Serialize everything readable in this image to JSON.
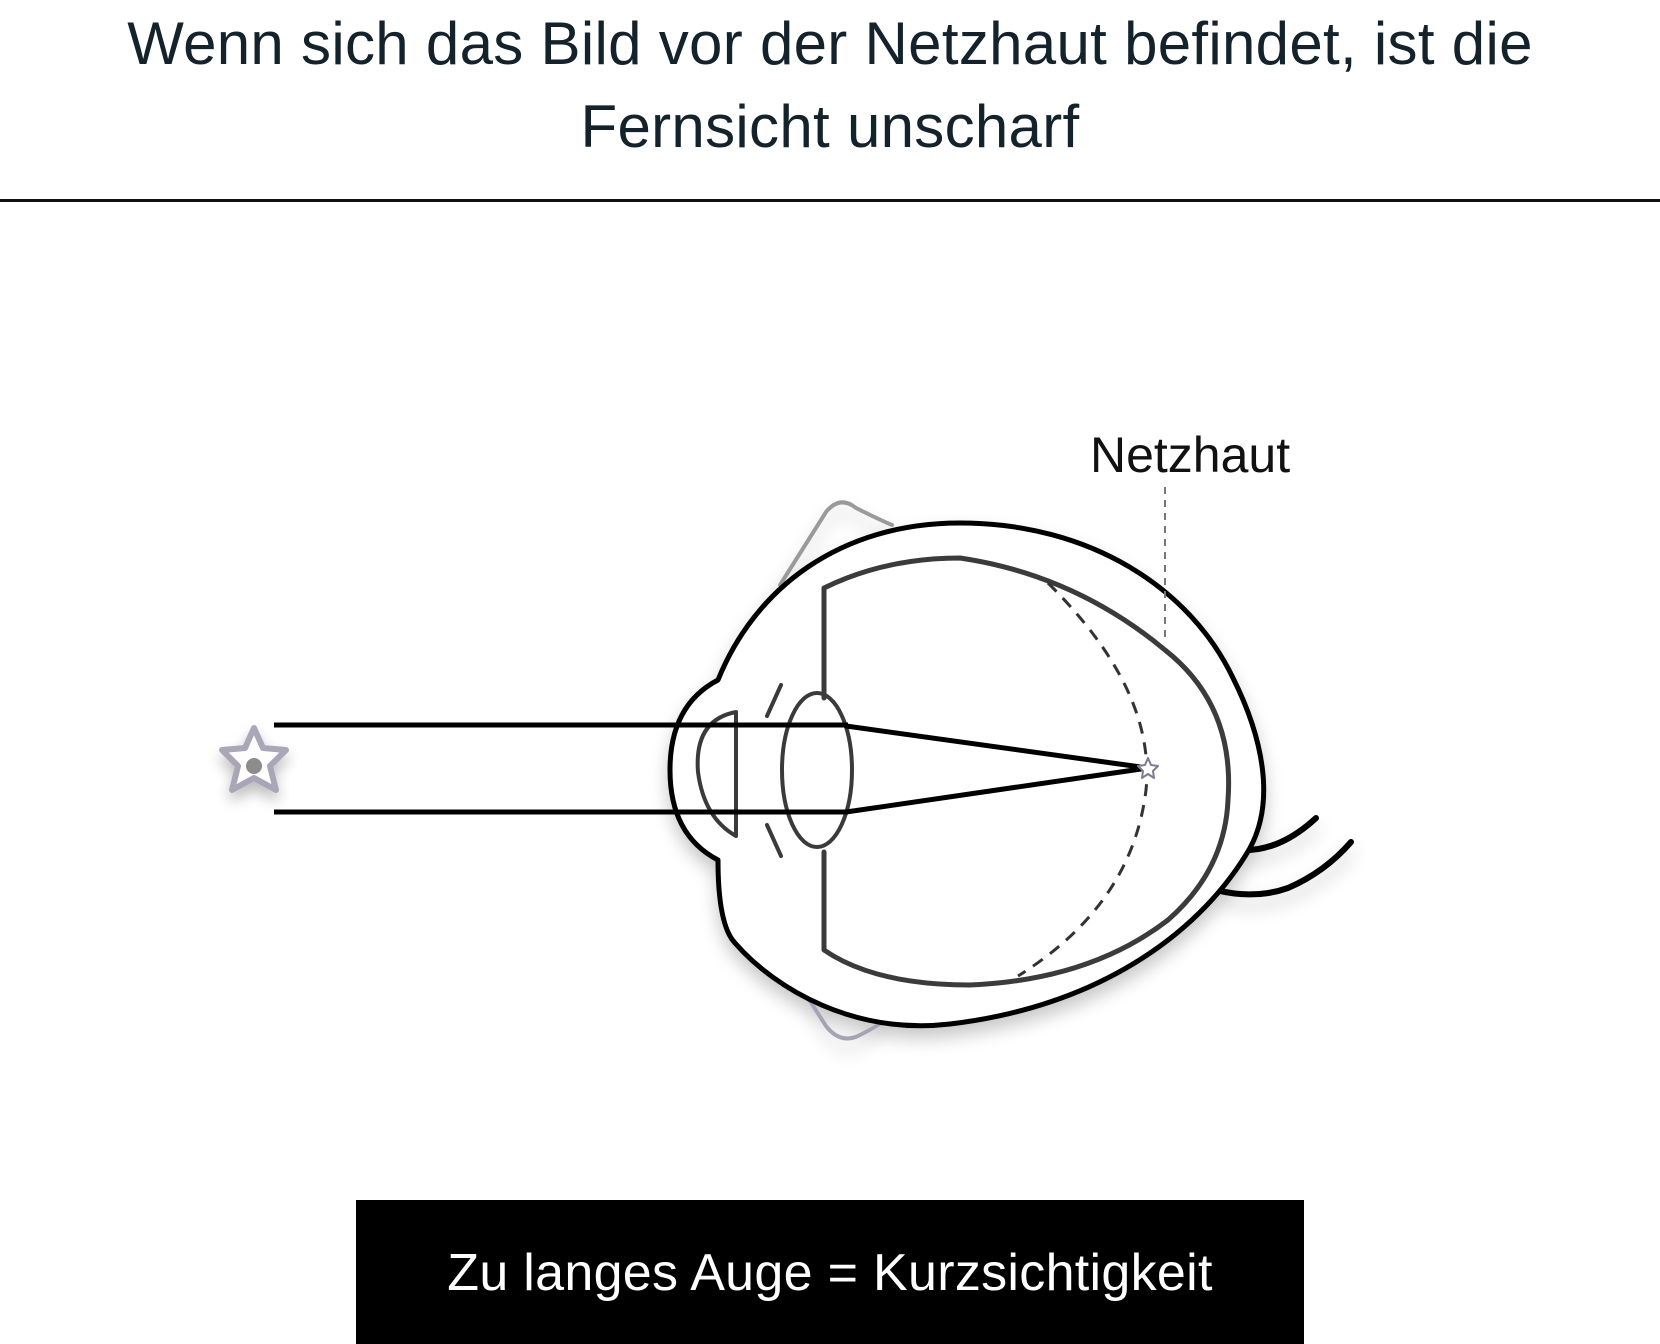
{
  "header": {
    "title": "Wenn sich das Bild vor der Netzhaut befindet, ist die Fernsicht unscharf"
  },
  "diagram": {
    "labels": {
      "retina": "Netzhaut"
    },
    "icons": {
      "object": "star-icon",
      "focal_point": "star-icon"
    },
    "colors": {
      "outline": "#000000",
      "inner_outline": "#3a3a3a",
      "eyelid_upper": "#9a9a9a",
      "eyelid_lower": "#a6a3b4",
      "star_stroke": "#a7a3b5",
      "star_center": "#8c8c8c",
      "leader_line": "#777777"
    }
  },
  "caption": {
    "text": "Zu langes Auge = Kurzsichtigkeit"
  }
}
